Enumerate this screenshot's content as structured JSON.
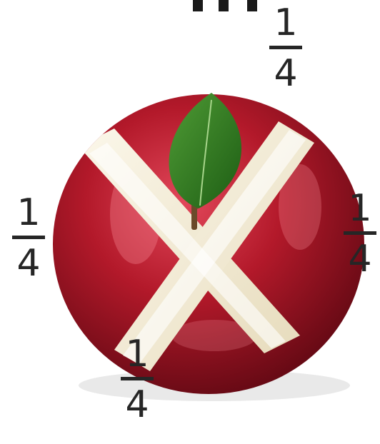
{
  "fractions": {
    "top": {
      "numerator": "1",
      "denominator": "4"
    },
    "left": {
      "numerator": "1",
      "denominator": "4"
    },
    "right": {
      "numerator": "1",
      "denominator": "4"
    },
    "bottom": {
      "numerator": "1",
      "denominator": "4"
    }
  },
  "colors": {
    "apple_red": "#b3192a",
    "apple_dark": "#6e0a17",
    "flesh": "#f3ebd5",
    "leaf": "#2f7d1f",
    "text": "#262626"
  }
}
